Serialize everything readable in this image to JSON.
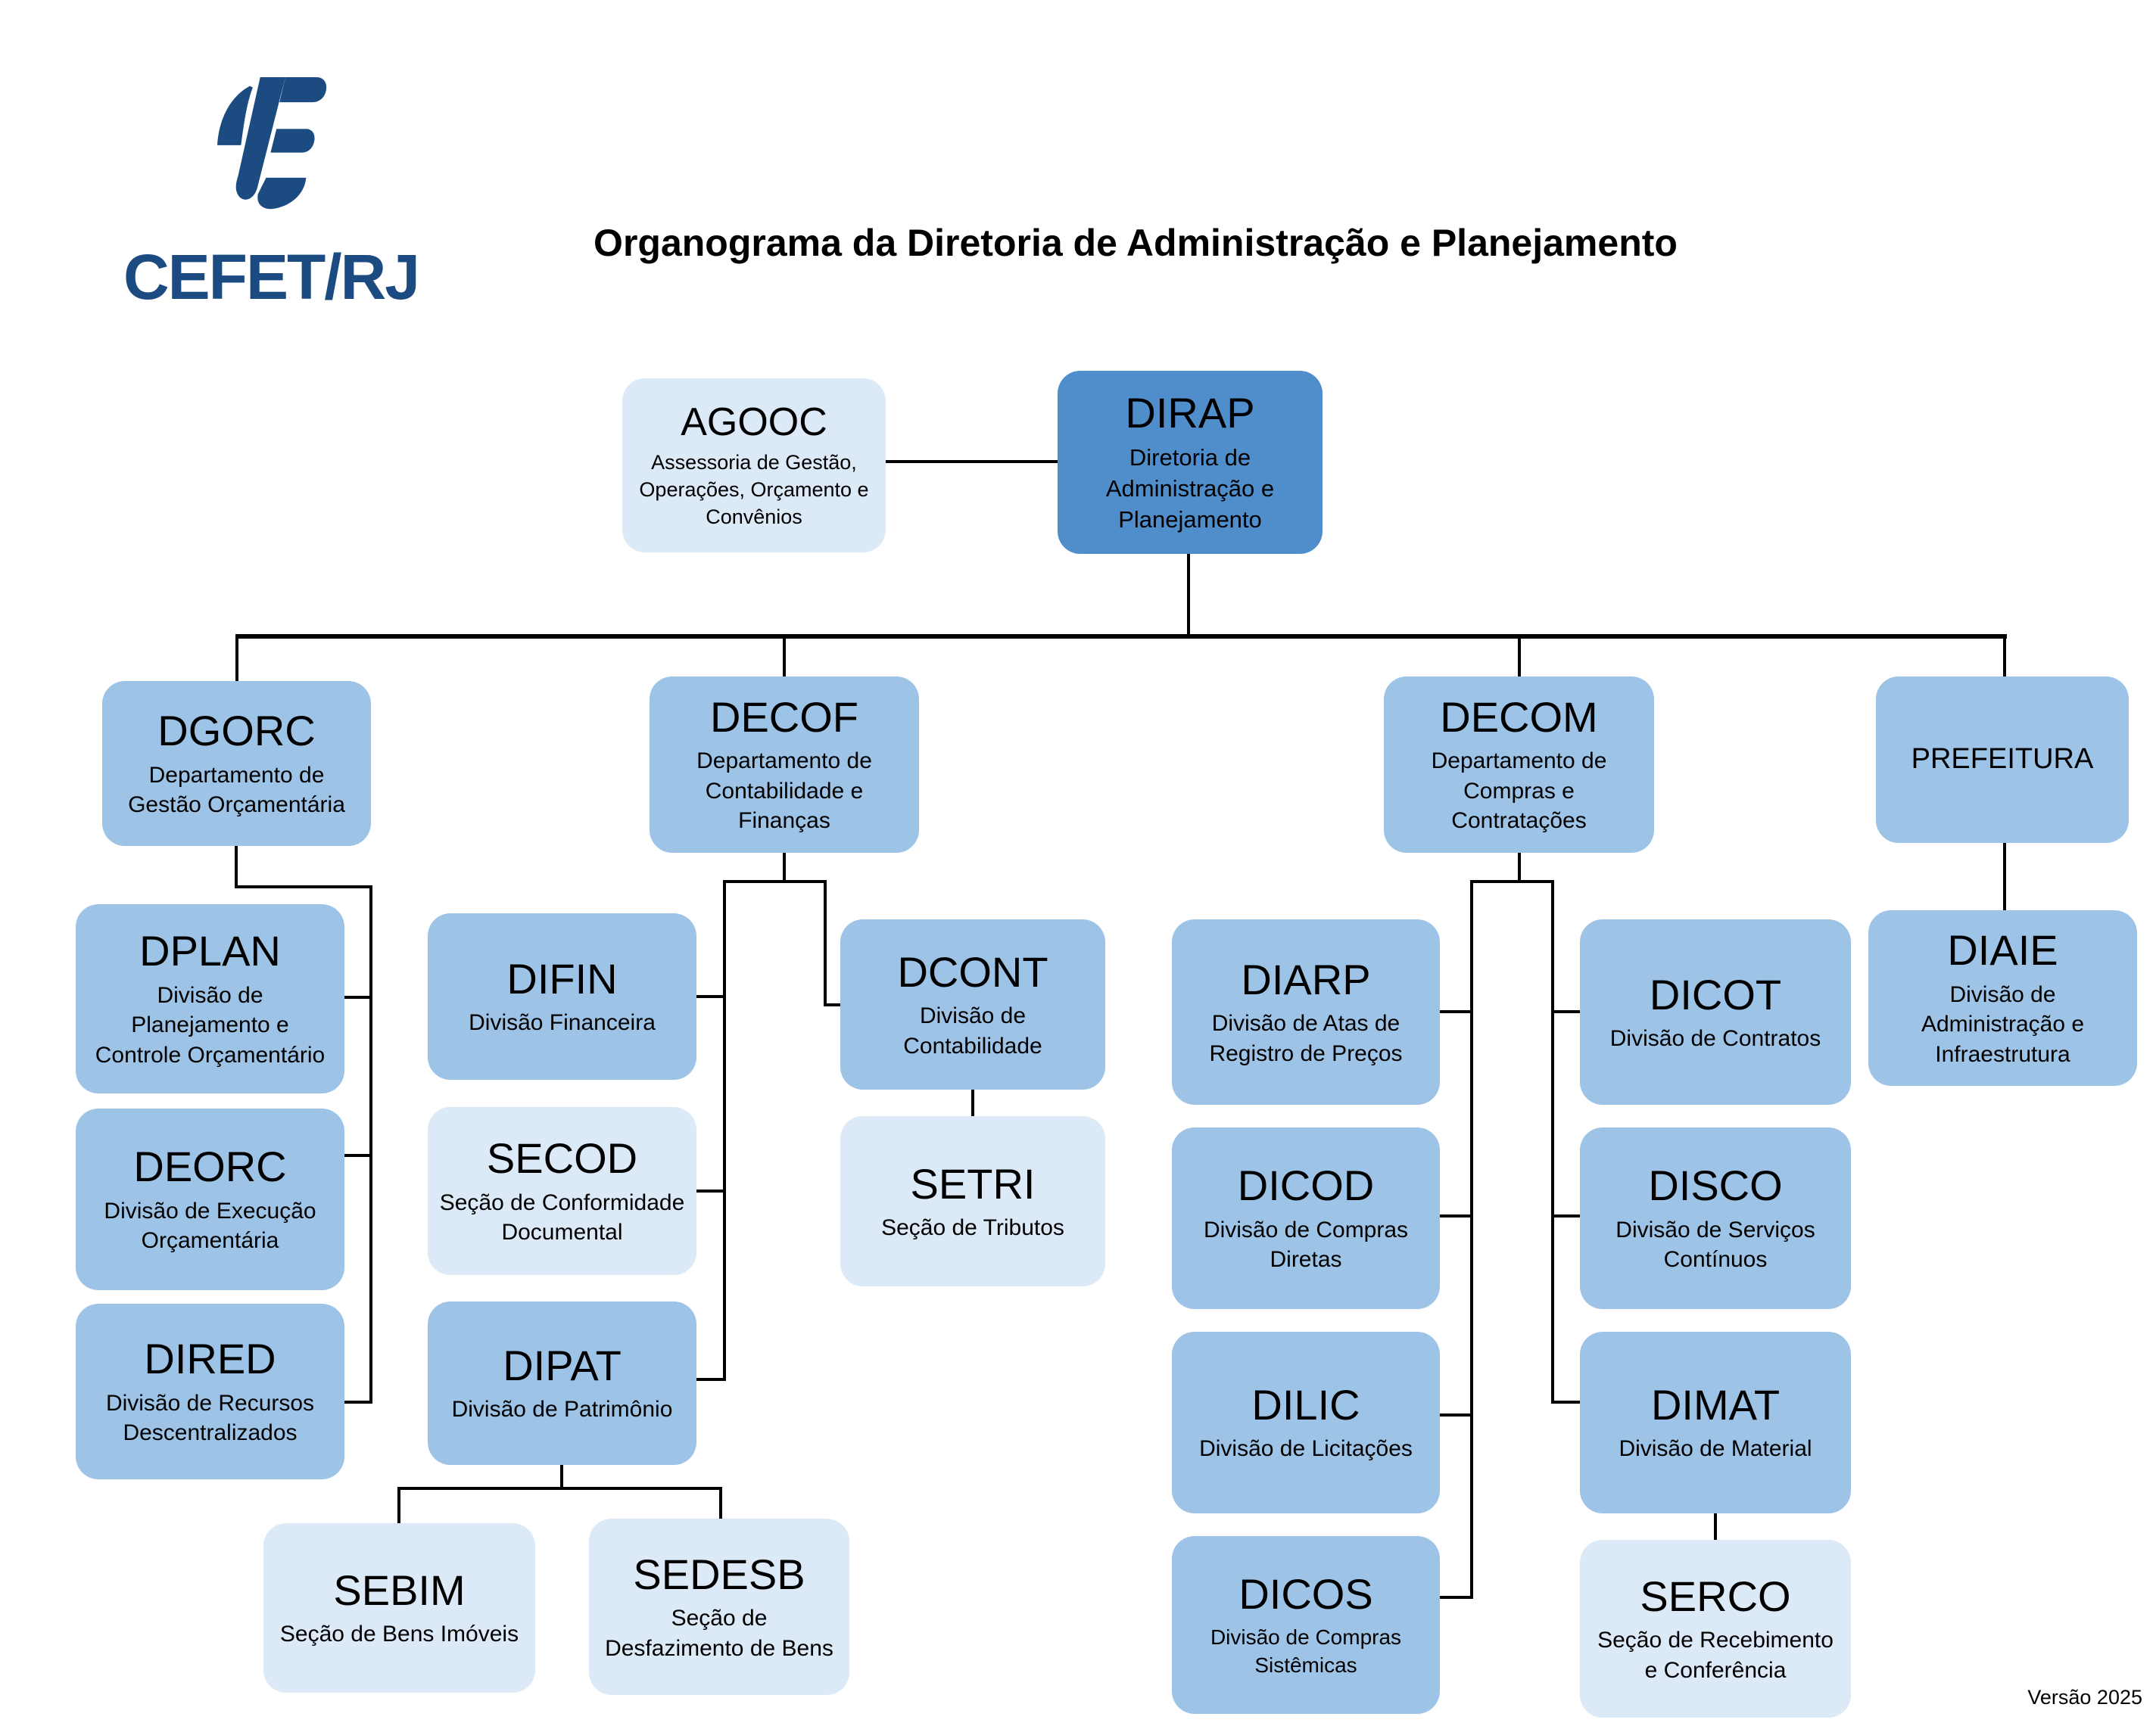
{
  "logo": {
    "text": "CEFET/RJ"
  },
  "title": "Organograma da Diretoria de Administração e Planejamento",
  "version": "Versão 2025",
  "colors": {
    "root_box": "#4f8dcb",
    "department_box": "#9dc3e6",
    "section_box": "#dce9f7",
    "logo_navy": "#1b4b80",
    "connector": "#000000"
  },
  "nodes": [
    {
      "acronym": "AGOOC",
      "label": "Assessoria de Gestão, Operações, Orçamento e Convênios",
      "tone": "light"
    },
    {
      "acronym": "DIRAP",
      "label": "Diretoria de Administração e Planejamento",
      "tone": "dark"
    },
    {
      "acronym": "DGORC",
      "label": "Departamento de Gestão Orçamentária",
      "tone": "medium"
    },
    {
      "acronym": "DECOF",
      "label": "Departamento de Contabilidade e Finanças",
      "tone": "medium"
    },
    {
      "acronym": "DECOM",
      "label": "Departamento de Compras e Contratações",
      "tone": "medium"
    },
    {
      "acronym": "PREFEITURA",
      "label": "",
      "tone": "medium"
    },
    {
      "acronym": "DPLAN",
      "label": "Divisão de Planejamento e Controle Orçamentário",
      "tone": "medium"
    },
    {
      "acronym": "DEORC",
      "label": "Divisão de Execução Orçamentária",
      "tone": "medium"
    },
    {
      "acronym": "DIRED",
      "label": "Divisão de Recursos Descentralizados",
      "tone": "medium"
    },
    {
      "acronym": "DIFIN",
      "label": "Divisão Financeira",
      "tone": "medium"
    },
    {
      "acronym": "SECOD",
      "label": "Seção de Conformidade Documental",
      "tone": "light"
    },
    {
      "acronym": "DIPAT",
      "label": "Divisão de Patrimônio",
      "tone": "medium"
    },
    {
      "acronym": "SEBIM",
      "label": "Seção de Bens Imóveis",
      "tone": "light"
    },
    {
      "acronym": "SEDESB",
      "label": "Seção de Desfazimento de Bens",
      "tone": "light"
    },
    {
      "acronym": "DCONT",
      "label": "Divisão de Contabilidade",
      "tone": "medium"
    },
    {
      "acronym": "SETRI",
      "label": "Seção de Tributos",
      "tone": "light"
    },
    {
      "acronym": "DIARP",
      "label": "Divisão de Atas de Registro de Preços",
      "tone": "medium"
    },
    {
      "acronym": "DICOD",
      "label": "Divisão de Compras Diretas",
      "tone": "medium"
    },
    {
      "acronym": "DILIC",
      "label": "Divisão de Licitações",
      "tone": "medium"
    },
    {
      "acronym": "DICOS",
      "label": "Divisão de Compras Sistêmicas",
      "tone": "medium"
    },
    {
      "acronym": "DICOT",
      "label": "Divisão de Contratos",
      "tone": "medium"
    },
    {
      "acronym": "DISCO",
      "label": "Divisão de Serviços Contínuos",
      "tone": "medium"
    },
    {
      "acronym": "DIMAT",
      "label": "Divisão de Material",
      "tone": "medium"
    },
    {
      "acronym": "SERCO",
      "label": "Seção de Recebimento e Conferência",
      "tone": "light"
    },
    {
      "acronym": "DIAIE",
      "label": "Divisão de Administração e Infraestrutura",
      "tone": "medium"
    }
  ]
}
